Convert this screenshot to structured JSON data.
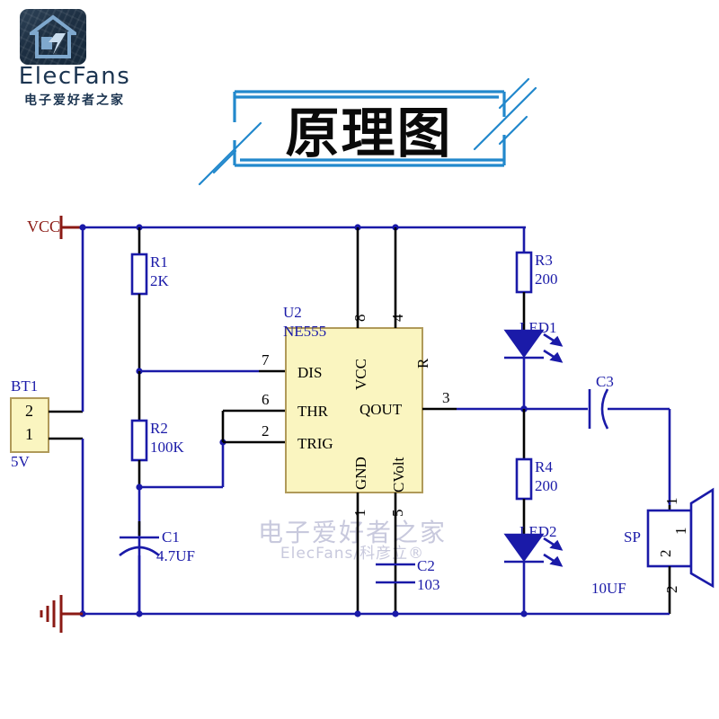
{
  "brand": {
    "logo_icon": "elecfans-house-logo-icon",
    "name": "ElecFans",
    "subtitle": "电子爱好者之家"
  },
  "title_banner": {
    "text": "原理图",
    "frame_color": "#2288cc",
    "decor_icon": "diagonal-slash-decoration-icon"
  },
  "watermark": {
    "line1": "电子爱好者之家",
    "line2": "ElecFans/科彦立®"
  },
  "schematic": {
    "colors": {
      "wire": "#1a1aa8",
      "pin_lead": "#000000",
      "body_fill": "#faf5c0",
      "body_stroke": "#b09a5a",
      "power_symbol": "#8b1a14",
      "component_outline": "#1a1aa8",
      "background": "#ffffff"
    },
    "power": {
      "vcc_label": "VCC",
      "gnd_icon": "ground-symbol-icon"
    },
    "battery": {
      "ref": "BT1",
      "value": "5V",
      "pins": [
        "2",
        "1"
      ]
    },
    "ic": {
      "ref": "U2",
      "part": "NE555",
      "pins_left": [
        {
          "number": "7",
          "name": "DIS"
        },
        {
          "number": "6",
          "name": "THR"
        },
        {
          "number": "2",
          "name": "TRIG"
        }
      ],
      "pins_right": [
        {
          "number": "3",
          "name": "QOUT"
        }
      ],
      "pins_top": [
        {
          "number": "8",
          "name": "VCC"
        },
        {
          "number": "4",
          "name": "R"
        }
      ],
      "pins_bottom": [
        {
          "number": "1",
          "name": "GND"
        },
        {
          "number": "5",
          "name": "CVolt"
        }
      ]
    },
    "resistors": [
      {
        "ref": "R1",
        "value": "2K"
      },
      {
        "ref": "R2",
        "value": "100K"
      },
      {
        "ref": "R3",
        "value": "200"
      },
      {
        "ref": "R4",
        "value": "200"
      }
    ],
    "capacitors": [
      {
        "ref": "C1",
        "value": "4.7UF",
        "type": "polarized"
      },
      {
        "ref": "C2",
        "value": "103",
        "type": "ceramic"
      },
      {
        "ref": "C3",
        "value": "10UF",
        "type": "polarized"
      }
    ],
    "leds": [
      {
        "ref": "LED1"
      },
      {
        "ref": "LED2"
      }
    ],
    "speaker": {
      "ref": "SP",
      "pins": [
        "1",
        "2"
      ],
      "inner_pins": [
        "1",
        "2"
      ]
    }
  }
}
